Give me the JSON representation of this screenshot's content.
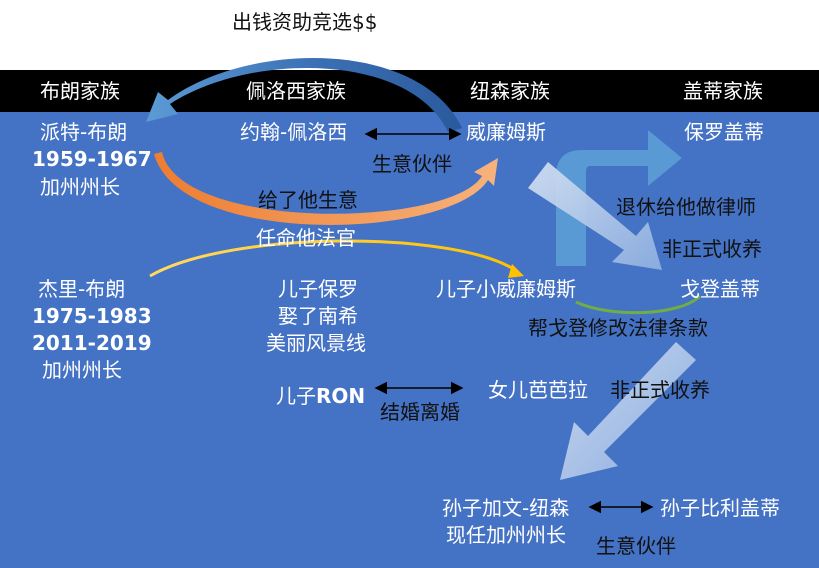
{
  "top_caption": "出钱资助竞选$$",
  "headers": [
    "布朗家族",
    "佩洛西家族",
    "纽森家族",
    "盖蒂家族"
  ],
  "brown": {
    "pat_name": "派特-布朗",
    "pat_years": "1959-1967",
    "pat_title": "加州州长",
    "jerry_name": "杰里-布朗",
    "jerry_years1": "1975-1983",
    "jerry_years2": "2011-2019",
    "jerry_title": "加州州长"
  },
  "pelosi": {
    "john": "约翰-佩洛西",
    "son_paul": "儿子保罗",
    "married": "娶了南希",
    "scenery": "美丽风景线",
    "son_ron_prefix": "儿子",
    "son_ron_name": "RON"
  },
  "newsom": {
    "william": "威廉姆斯",
    "son_william": "儿子小威廉姆斯",
    "daughter": "女儿芭芭拉",
    "grandson": "孙子加文-纽森",
    "grandson_title": "现任加州州长"
  },
  "getty": {
    "paul": "保罗盖蒂",
    "gordon": "戈登盖蒂",
    "grandson_billy": "孙子比利盖蒂"
  },
  "relations": {
    "business_partner_1": "生意伙伴",
    "gave_business": "给了他生意",
    "appointed_judge": "任命他法官",
    "retire_lawyer": "退休给他做律师",
    "informal_adopt_1": "非正式收养",
    "helped_law": "帮戈登修改法律条款",
    "marriage_divorce": "结婚离婚",
    "informal_adopt_2": "非正式收养",
    "business_partner_2": "生意伙伴"
  },
  "colors": {
    "panel_bg": "#4472c4",
    "header_bg": "#000000",
    "blue_arrow": "#5b9bd5",
    "orange_arrow": "#ed7d31",
    "yellow_arrow": "#ffc000",
    "green_arrow": "#70ad47",
    "light_arrow": "#c5d5ee"
  }
}
